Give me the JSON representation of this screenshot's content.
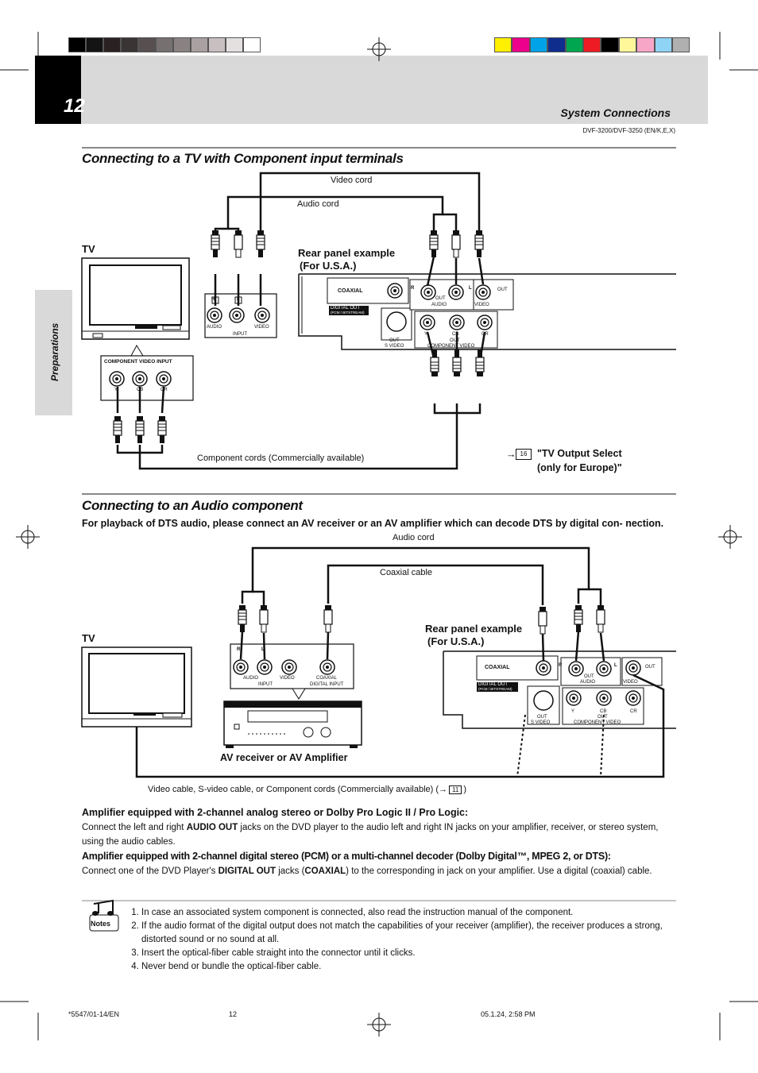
{
  "page": {
    "number": "12",
    "section_header": "System Connections",
    "model": "DVF-3200/DVF-3250 (EN/K,E,X)",
    "side_tab": "Preparations"
  },
  "colors": {
    "gray_swatches": [
      "#000000",
      "#141414",
      "#2a2222",
      "#3a3434",
      "#585050",
      "#777070",
      "#8a8282",
      "#a9a1a1",
      "#c8c0c0",
      "#e4e0e0",
      "#ffffff"
    ],
    "color_swatches": [
      "#ffef00",
      "#ec008c",
      "#00a3e8",
      "#0f2d8c",
      "#00a650",
      "#ed1c24",
      "#000000",
      "#fff799",
      "#f7a6c8",
      "#8fd3f5",
      "#b0b0b0"
    ],
    "header_band": "#d9d9d9"
  },
  "section1": {
    "title": "Connecting to a TV with Component input terminals",
    "tv_label": "TV",
    "video_cord": "Video cord",
    "audio_cord": "Audio cord",
    "rear_panel": "Rear panel example",
    "rear_panel_region": "(For U.S.A.)",
    "component_cords": "Component cords  (Commercially available)",
    "ref_arrow": "→",
    "ref_page": "16",
    "tv_output_select": "\"TV  Output Select",
    "only_europe": "(only for Europe)\"",
    "tv_jacks": {
      "r": "R",
      "l": "L",
      "audio": "AUDIO",
      "video": "VIDEO",
      "input": "INPUT",
      "component_video_input": "COMPONENT VIDEO INPUT",
      "y": "Y",
      "cb": "CB",
      "cr": "CR"
    },
    "player_jacks": {
      "coaxial": "COAXIAL",
      "digital_out": "DIGITAL OUT",
      "pcm": "(PCM / BITSTREAM)",
      "out": "OUT",
      "audio": "AUDIO",
      "video": "VIDEO",
      "svideo": "S VIDEO",
      "component_video": "COMPONENT VIDEO",
      "r": "R",
      "l": "L",
      "y": "Y",
      "cb": "CB",
      "cr": "CR"
    }
  },
  "section2": {
    "title": "Connecting to an Audio component",
    "intro": "For playback of DTS audio, please connect an AV receiver or an AV amplifier which can decode DTS by digital con- nection.",
    "tv_label": "TV",
    "audio_cord": "Audio cord",
    "coaxial_cable": "Coaxial cable",
    "rear_panel": "Rear panel example",
    "rear_panel_region": "(For U.S.A.)",
    "av_receiver": "AV receiver or AV Amplifier",
    "video_cable_note": "Video cable, S-video cable, or Component cords (Commercially available) (→",
    "video_cable_ref": "11",
    "video_cable_close": ")",
    "amp_jacks": {
      "r": "R",
      "l": "L",
      "audio": "AUDIO",
      "video": "VIDEO",
      "input": "INPUT",
      "coaxial": "COAXIAL",
      "digital_input": "DIGITAL INPUT"
    }
  },
  "analog": {
    "heading": "Amplifier equipped with 2-channel analog stereo or Dolby Pro Logic II / Pro Logic:",
    "text_1": "Connect the left and right ",
    "bold_1": "AUDIO OUT",
    "text_2": " jacks on the DVD player to the audio left and right IN jacks on your amplifier, receiver, or stereo system, using the audio cables."
  },
  "digital": {
    "heading": "Amplifier equipped with 2-channel digital stereo (PCM) or a multi-channel decoder (Dolby Digital™, MPEG 2, or DTS):",
    "text_1": "Connect one of the DVD Player's ",
    "bold_1": "DIGITAL OUT",
    "text_2": " jacks (",
    "bold_2": "COAXIAL",
    "text_3": ") to the corresponding in jack on your amplifier. Use a digital (coaxial) cable."
  },
  "notes": {
    "icon_label": "Notes",
    "items": [
      "In case an associated system component is connected, also read the instruction manual of the component.",
      "If the audio format of the digital output does not match the capabilities of your receiver (amplifier), the receiver produces a strong, distorted sound or no sound at all.",
      "Insert the optical-fiber cable straight into the connector until it clicks.",
      "Never bend or bundle the optical-fiber cable."
    ]
  },
  "footer": {
    "code": "*5547/01-14/EN",
    "page": "12",
    "datetime": "05.1.24, 2:58 PM"
  }
}
